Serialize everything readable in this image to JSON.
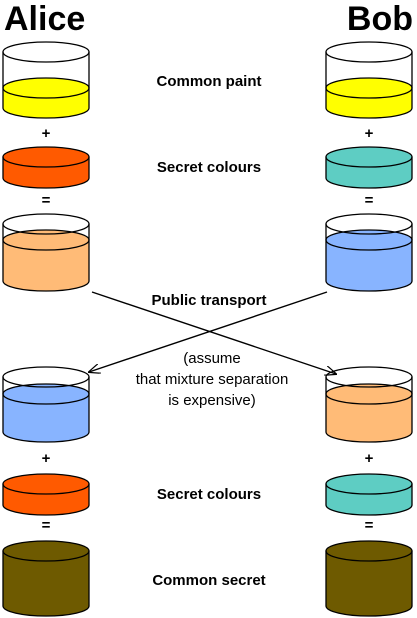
{
  "participants": {
    "left": "Alice",
    "right": "Bob"
  },
  "rows": {
    "common_paint": "Common paint",
    "secret_colours_1": "Secret colours",
    "public_transport": "Public transport",
    "note_line1": "(assume",
    "note_line2": "that mixture separation",
    "note_line3": "is expensive)",
    "secret_colours_2": "Secret colours",
    "common_secret": "Common secret"
  },
  "operators": {
    "plus": "+",
    "equals": "="
  },
  "colors": {
    "common_paint": "#ffff00",
    "alice_secret": "#ff5a00",
    "bob_secret": "#5ecdc3",
    "alice_mixture": "#ffbb77",
    "bob_mixture": "#88b4ff",
    "common_secret": "#6e5a00",
    "outline": "#000000",
    "arrow": "#000000"
  }
}
